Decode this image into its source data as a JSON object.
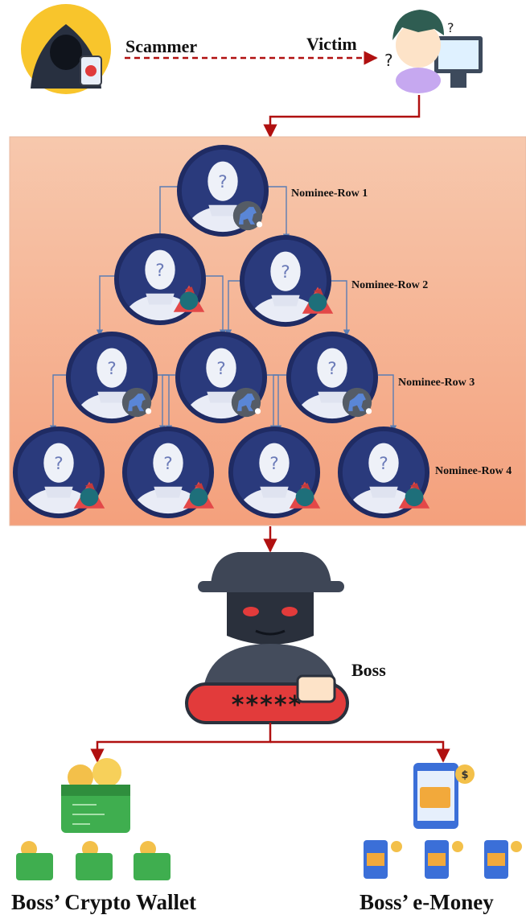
{
  "labels": {
    "scammer": "Scammer",
    "victim": "Victim",
    "boss": "Boss",
    "crypto_wallet": "Boss’ Crypto Wallet",
    "emoney": "Boss’ e-Money"
  },
  "nominee_rows": [
    {
      "label": "Nominee-Row 1",
      "count": 1,
      "badge": "horse"
    },
    {
      "label": "Nominee-Row 2",
      "count": 2,
      "badge": "mule"
    },
    {
      "label": "Nominee-Row 3",
      "count": 3,
      "badge": "horse"
    },
    {
      "label": "Nominee-Row 4",
      "count": 4,
      "badge": "mule"
    }
  ],
  "icons": {
    "scammer": "hooded-scammer-icon",
    "victim": "confused-victim-icon",
    "nominee": "anonymous-person-icon",
    "boss": "boss-hacker-icon",
    "wallet": "crypto-wallet-icon",
    "emoney": "mobile-emoney-icon"
  },
  "colors": {
    "arrow": "#b01010",
    "connector": "#5b7db3",
    "panel": "#f8b999",
    "avatar_ring": "#1f2b63"
  }
}
